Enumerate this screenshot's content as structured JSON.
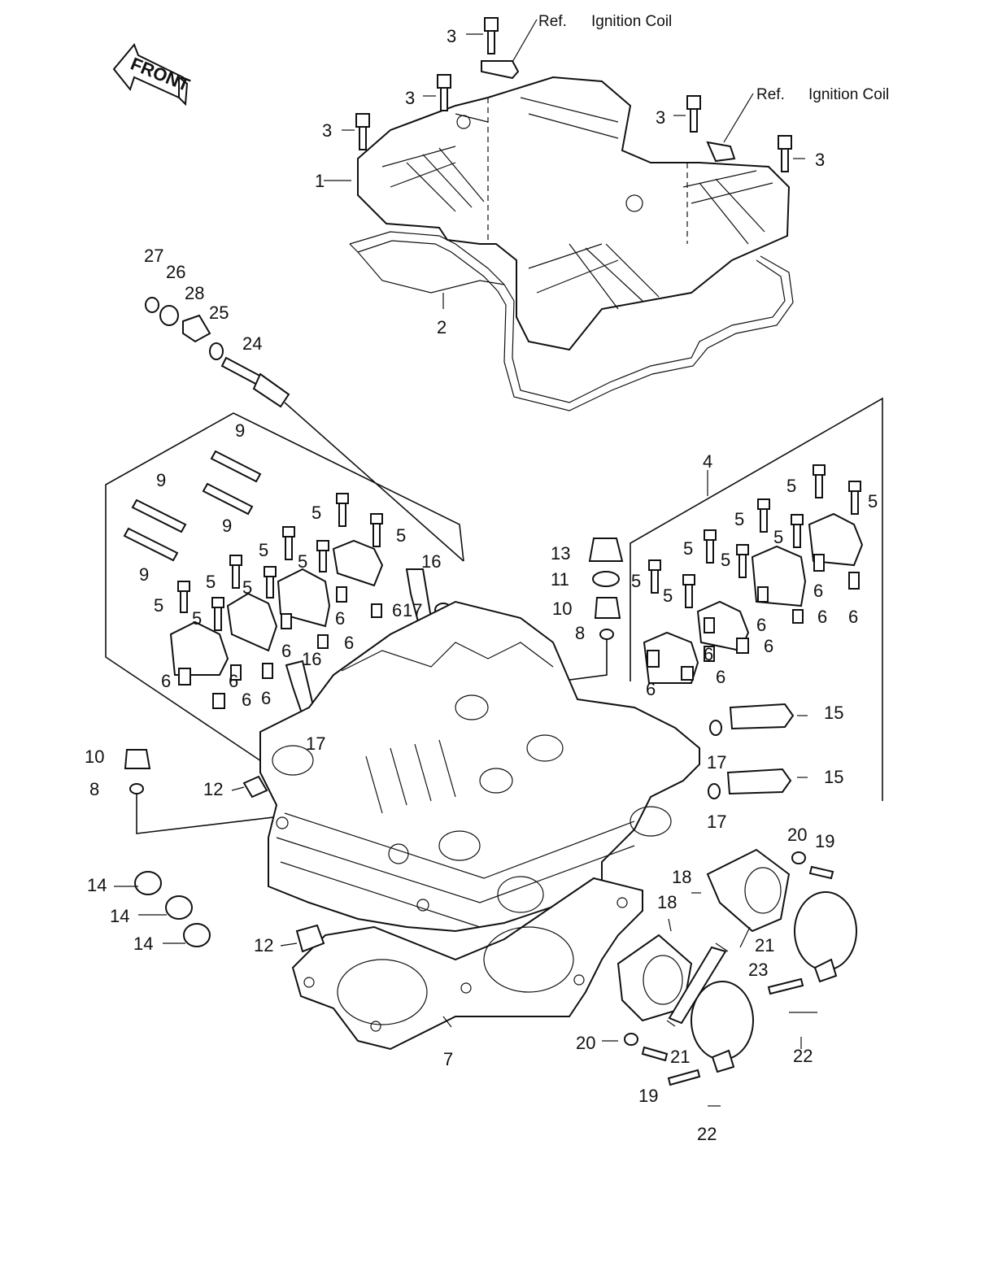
{
  "orientation": {
    "front_label": "FRONT"
  },
  "references": [
    {
      "id": "ref-ignition-coil-1",
      "prefix": "Ref.",
      "text": "Ignition Coil"
    },
    {
      "id": "ref-ignition-coil-2",
      "prefix": "Ref.",
      "text": "Ignition Coil"
    }
  ],
  "callouts": {
    "c1": "1",
    "c2": "2",
    "c3a": "3",
    "c3b": "3",
    "c3c": "3",
    "c3d": "3",
    "c3e": "3",
    "c4": "4",
    "c5a": "5",
    "c5b": "5",
    "c5c": "5",
    "c5d": "5",
    "c5e": "5",
    "c5f": "5",
    "c5g": "5",
    "c5h": "5",
    "c5i": "5",
    "c5j": "5",
    "c5k": "5",
    "c5l": "5",
    "c5m": "5",
    "c5n": "5",
    "c5o": "5",
    "c5p": "5",
    "c6a": "6",
    "c6b": "6",
    "c6c": "6",
    "c6d": "6",
    "c6e": "6",
    "c6f": "6",
    "c6g": "6",
    "c6h": "6",
    "c6i": "6",
    "c6j": "6",
    "c6k": "6",
    "c6l": "6",
    "c6m": "6",
    "c6n": "6",
    "c6o": "6",
    "c6p": "6",
    "c7": "7",
    "c8a": "8",
    "c8b": "8",
    "c9a": "9",
    "c9b": "9",
    "c9c": "9",
    "c9d": "9",
    "c10a": "10",
    "c10b": "10",
    "c11": "11",
    "c12a": "12",
    "c12b": "12",
    "c13": "13",
    "c14a": "14",
    "c14b": "14",
    "c14c": "14",
    "c15a": "15",
    "c15b": "15",
    "c16a": "16",
    "c16b": "16",
    "c17a": "17",
    "c17b": "17",
    "c17c": "17",
    "c17d": "17",
    "c18a": "18",
    "c18b": "18",
    "c19a": "19",
    "c19b": "19",
    "c20a": "20",
    "c20b": "20",
    "c21a": "21",
    "c21b": "21",
    "c22a": "22",
    "c22b": "22",
    "c23": "23",
    "c24": "24",
    "c25": "25",
    "c26": "26",
    "c27": "27",
    "c28": "28"
  }
}
